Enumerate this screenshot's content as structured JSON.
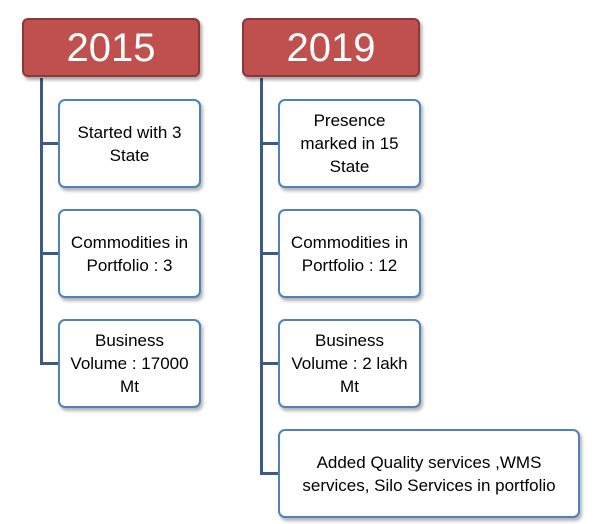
{
  "columns": [
    {
      "year": "2015",
      "items": [
        "Started with 3 State",
        "Commodities in Portfolio : 3",
        "Business Volume : 17000 Mt"
      ]
    },
    {
      "year": "2019",
      "items": [
        "Presence marked in 15 State",
        "Commodities in Portfolio : 12",
        "Business Volume : 2 lakh Mt",
        "Added Quality services ,WMS services, Silo Services in portfolio"
      ]
    }
  ],
  "colors": {
    "header_fill": "#c0504d",
    "header_border": "#8c3836",
    "box_border": "#4f81bd",
    "connector": "#3c5a86"
  }
}
